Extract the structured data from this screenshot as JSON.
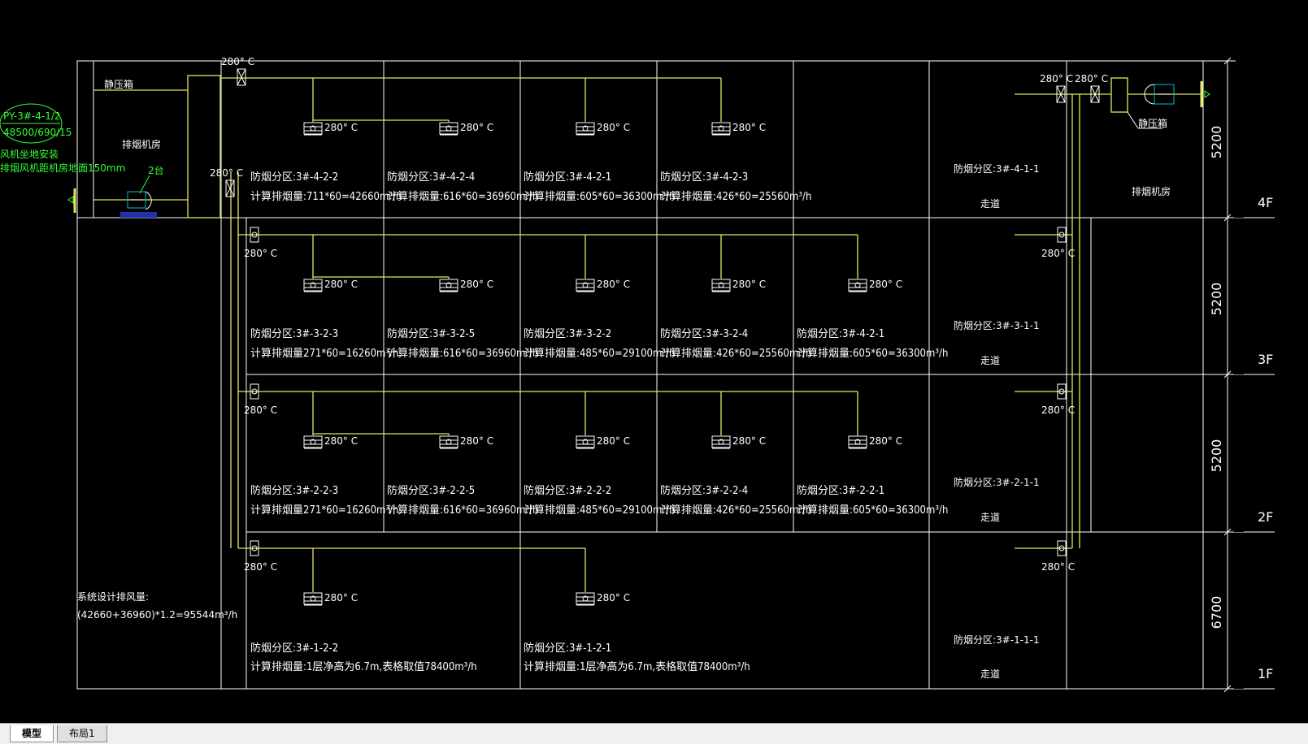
{
  "drawing": {
    "system_id": "PY-3#-4-1/2",
    "system_spec": "48500/690/15",
    "install_note_1": "风机坐地安装",
    "install_note_2": "排烟风机距机房地面150mm",
    "fan_count": "2台",
    "static_box_label": "静压箱",
    "fan_room_label": "排烟机房",
    "temp": "280° C",
    "design_total_label": "系统设计排风量:",
    "design_total_formula": "(42660+36960)*1.2=95544m³/h"
  },
  "zones": [
    {
      "name": "防烟分区:3#-4-2-2",
      "calc": "计算排烟量:711*60=42660m³/h"
    },
    {
      "name": "防烟分区:3#-4-2-4",
      "calc": "计算排烟量:616*60=36960m³/h"
    },
    {
      "name": "防烟分区:3#-4-2-1",
      "calc": "计算排烟量:605*60=36300m³/h"
    },
    {
      "name": "防烟分区:3#-4-2-3",
      "calc": "计算排烟量:426*60=25560m³/h"
    },
    {
      "name": "防烟分区:3#-3-2-3",
      "calc": "计算排烟量271*60=16260m³/h"
    },
    {
      "name": "防烟分区:3#-3-2-5",
      "calc": "计算排烟量:616*60=36960m³/h"
    },
    {
      "name": "防烟分区:3#-3-2-2",
      "calc": "计算排烟量:485*60=29100m³/h"
    },
    {
      "name": "防烟分区:3#-3-2-4",
      "calc": "计算排烟量:426*60=25560m³/h"
    },
    {
      "name": "防烟分区:3#-4-2-1",
      "calc": "计算排烟量:605*60=36300m³/h"
    },
    {
      "name": "防烟分区:3#-2-2-3",
      "calc": "计算排烟量271*60=16260m³/h"
    },
    {
      "name": "防烟分区:3#-2-2-5",
      "calc": "计算排烟量:616*60=36960m³/h"
    },
    {
      "name": "防烟分区:3#-2-2-2",
      "calc": "计算排烟量:485*60=29100m³/h"
    },
    {
      "name": "防烟分区:3#-2-2-4",
      "calc": "计算排烟量:426*60=25560m³/h"
    },
    {
      "name": "防烟分区:3#-2-2-1",
      "calc": "计算排烟量:605*60=36300m³/h"
    },
    {
      "name": "防烟分区:3#-1-2-2",
      "calc": "计算排烟量:1层净高为6.7m,表格取值78400m³/h"
    },
    {
      "name": "防烟分区:3#-1-2-1",
      "calc": "计算排烟量:1层净高为6.7m,表格取值78400m³/h"
    }
  ],
  "corridors": [
    {
      "name": "防烟分区:3#-4-1-1",
      "label": "走道"
    },
    {
      "name": "防烟分区:3#-3-1-1",
      "label": "走道"
    },
    {
      "name": "防烟分区:3#-2-1-1",
      "label": "走道"
    },
    {
      "name": "防烟分区:3#-1-1-1",
      "label": "走道"
    }
  ],
  "right_room": {
    "static_box_label": "静压箱",
    "fan_room_label": "排烟机房"
  },
  "dimensions": [
    "5200",
    "5200",
    "5200",
    "6700"
  ],
  "levels": [
    "4F",
    "3F",
    "2F",
    "1F"
  ],
  "tabs": {
    "model": "模型",
    "layout": "布局1"
  },
  "colors": {
    "background": "#000000",
    "frame": "#ffffff",
    "duct": "#e6e65c",
    "tag": "#33ff33",
    "fan": "#00bcd4"
  }
}
